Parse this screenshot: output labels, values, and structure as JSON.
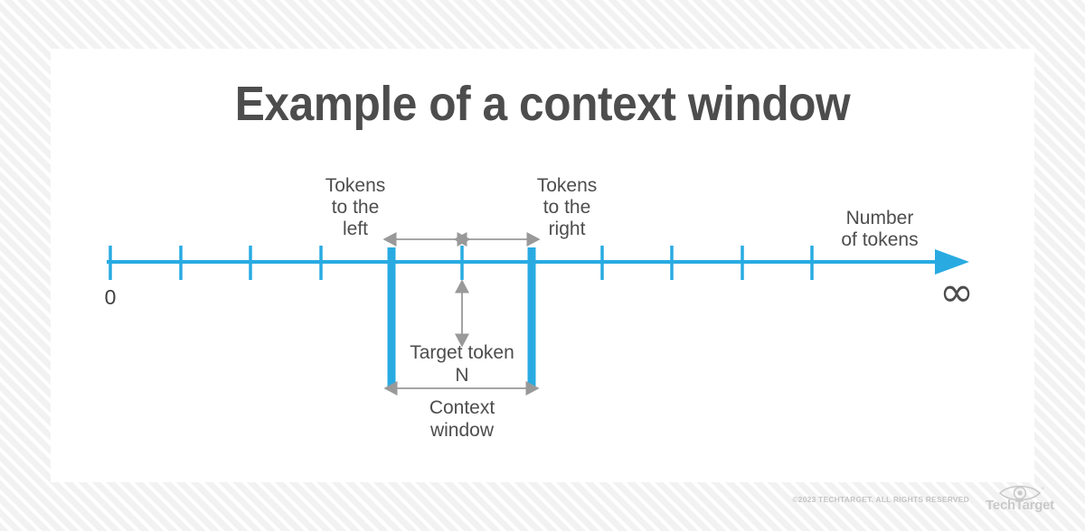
{
  "page": {
    "title": "Example of a context window",
    "background_pattern": "diagonal-stripes",
    "card_background": "#ffffff"
  },
  "colors": {
    "accent_blue": "#29ABE2",
    "text_gray": "#4d4d4d",
    "arrow_gray": "#999999",
    "stripe_gray": "#f2f2f2",
    "footer_gray": "#c4c4c4"
  },
  "labels": {
    "tokens_left": "Tokens\nto the\nleft",
    "tokens_right": "Tokens\nto the\nright",
    "number_of_tokens": "Number\nof tokens",
    "zero": "0",
    "infinity": "∞",
    "target_token": "Target token\nN",
    "context_window": "Context\nwindow"
  },
  "chart_data": {
    "type": "line",
    "title": "Example of a context window",
    "xlabel": "Number of tokens",
    "ylabel": "",
    "axis_start_label": "0",
    "axis_end_label": "∞",
    "tick_count": 11,
    "tick_positions": [
      122,
      200,
      277,
      355,
      432,
      511,
      588,
      666,
      743,
      821,
      898
    ],
    "highlighted_ticks": [
      432,
      588
    ],
    "target_token_tick": 511,
    "annotations": [
      {
        "name": "tokens-to-the-left",
        "text": "Tokens to the left",
        "span": [
          432,
          511
        ]
      },
      {
        "name": "tokens-to-the-right",
        "text": "Tokens to the right",
        "span": [
          511,
          588
        ]
      },
      {
        "name": "target-token",
        "text": "Target token N",
        "at": 511
      },
      {
        "name": "context-window",
        "text": "Context window",
        "span": [
          432,
          588
        ]
      },
      {
        "name": "number-of-tokens",
        "text": "Number of tokens",
        "at": 970
      }
    ],
    "grid": false,
    "legend": "none"
  },
  "footer": {
    "copyright": "©2023 TECHTARGET. ALL RIGHTS RESERVED",
    "brand": "TechTarget"
  }
}
